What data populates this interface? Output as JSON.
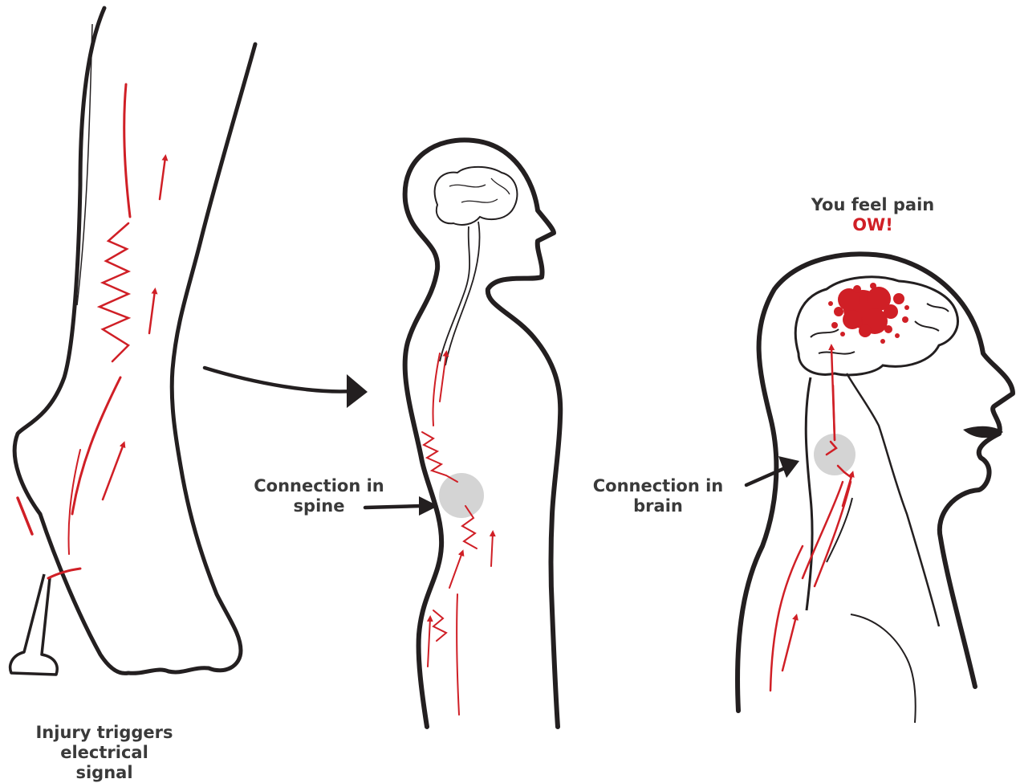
{
  "labels": {
    "injury": {
      "line1": "Injury triggers",
      "line2": "electrical signal"
    },
    "spine": {
      "line1": "Connection in",
      "line2": "spine"
    },
    "brain": {
      "line1": "Connection in",
      "line2": "brain"
    },
    "pain": {
      "line1": "You feel pain",
      "exclamation": "OW!"
    }
  },
  "colors": {
    "outline": "#231f20",
    "signal": "#d01f26",
    "connection": "#d4d4d4",
    "text": "#3a3a3a"
  }
}
